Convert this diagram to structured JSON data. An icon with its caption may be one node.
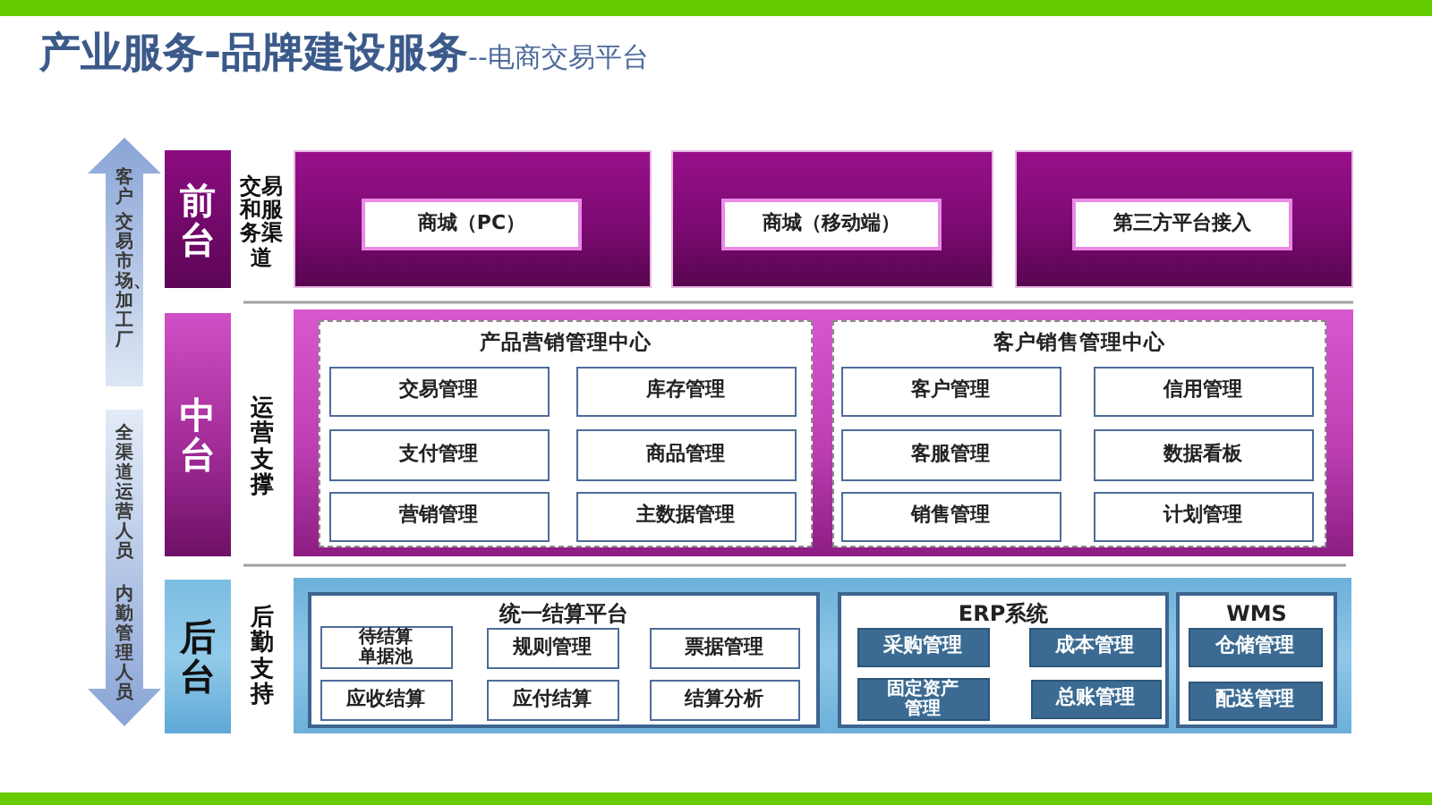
{
  "diagram": {
    "title": "产业服务-品牌建设服务",
    "nodes": [
      {
        "text": [
          "客户",
          "交易市场、加工厂"
        ]
      },
      {
        "text": [
          "全渠道运营人员",
          "内勤管理人员"
        ]
      },
      {
        "text": [
          "前台"
        ],
        "beside": [
          "交易和服务渠道"
        ]
      },
      {
        "text": [],
        "shape": "box"
      },
      {
        "text": [
          "商城（PC）"
        ],
        "in": 3
      },
      {
        "text": [],
        "shape": "box"
      },
      {
        "text": [
          "商城（移动端）"
        ],
        "in": 5
      },
      {
        "text": [],
        "shape": "box"
      },
      {
        "text": [
          "第三方平台接入"
        ],
        "in": 7
      },
      {
        "text": [
          "中台"
        ],
        "beside": [
          "运营支撑"
        ]
      },
      {
        "text": [],
        "shape": "box"
      },
      {
        "text": [
          "产品营销管理中心"
        ],
        "in": 10
      },
      {
        "text": [
          "交易管理"
        ],
        "in": 11
      },
      {
        "text": [
          "库存管理"
        ],
        "in": 11
      },
      {
        "text": [
          "支付管理"
        ],
        "in": 11
      },
      {
        "text": [
          "商品管理"
        ],
        "in": 11
      },
      {
        "text": [
          "营销管理"
        ],
        "in": 11
      },
      {
        "text": [
          "主数据管理"
        ],
        "in": 11
      },
      {
        "text": [
          "客户销售管理中心"
        ],
        "in": 10
      },
      {
        "text": [
          "客户管理"
        ],
        "in": 18
      },
      {
        "text": [
          "信用管理"
        ],
        "in": 18
      },
      {
        "text": [
          "客服管理"
        ],
        "in": 18
      },
      {
        "text": [
          "数据看板"
        ],
        "in": 18
      },
      {
        "text": [
          "销售管理"
        ],
        "in": 18
      },
      {
        "text": [
          "计划管理"
        ],
        "in": 18
      },
      {
        "text": [
          "后台"
        ],
        "beside": [
          "后勤支持"
        ]
      },
      {
        "text": [],
        "shape": "box"
      },
      {
        "text": [
          "统一结算平台"
        ],
        "in": 26
      },
      {
        "text": [
          "待结算单据池"
        ],
        "in": 27
      },
      {
        "text": [
          "规则管理"
        ],
        "in": 27
      },
      {
        "text": [
          "票据管理"
        ],
        "in": 27
      },
      {
        "text": [
          "应收结算"
        ],
        "in": 27
      },
      {
        "text": [
          "应付结算"
        ],
        "in": 27
      },
      {
        "text": [
          "结算分析"
        ],
        "in": 27
      },
      {
        "text": [
          "ERP系统"
        ],
        "in": 26
      },
      {
        "text": [
          "采购管理"
        ],
        "in": 34
      },
      {
        "text": [
          "成本管理"
        ],
        "in": 34
      },
      {
        "text": [
          "固定资产管理"
        ],
        "in": 34
      },
      {
        "text": [
          "总账管理"
        ],
        "in": 34
      },
      {
        "text": [
          "WMS"
        ],
        "in": 26
      },
      {
        "text": [
          "仓储管理"
        ],
        "in": 39
      },
      {
        "text": [
          "配送管理"
        ],
        "in": 39
      }
    ],
    "labels": [
      "--电商交易平台"
    ]
  }
}
